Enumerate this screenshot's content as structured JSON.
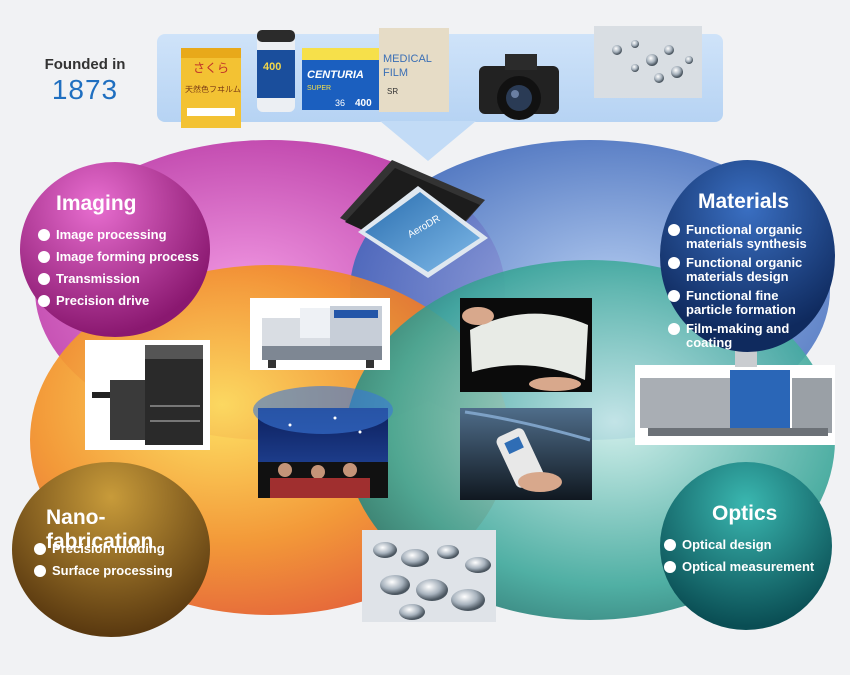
{
  "founded": {
    "label": "Founded in",
    "year": "1873"
  },
  "colors": {
    "imaging": "#c03aa8",
    "materials": "#1b3f86",
    "nano_fabrication": "#9a7222",
    "optics": "#2a8b8f",
    "year_blue": "#1f6fc0"
  },
  "heritage_products": {
    "film_box_text": [
      "さくら",
      "天然色フヰルム"
    ],
    "film_roll_text": "400",
    "centuria_box_text": [
      "CENTURIA",
      "SUPER",
      "400",
      "36"
    ],
    "medical_film_text": [
      "MEDICAL",
      "FILM",
      "SR"
    ]
  },
  "panel_text": "AeroDR",
  "circles": {
    "imaging": {
      "title": "Imaging",
      "items": [
        "Image processing",
        "Image forming process",
        "Transmission",
        "Precision drive"
      ]
    },
    "materials": {
      "title": "Materials",
      "items": [
        "Functional organic materials synthesis",
        "Functional organic materials design",
        "Functional fine particle formation",
        "Film-making and coating"
      ]
    },
    "nano_fabrication": {
      "title": "Nano-fabrication",
      "items": [
        "Precision molding",
        "Surface processing"
      ]
    },
    "optics": {
      "title": "Optics",
      "items": [
        "Optical design",
        "Optical measurement"
      ]
    }
  }
}
